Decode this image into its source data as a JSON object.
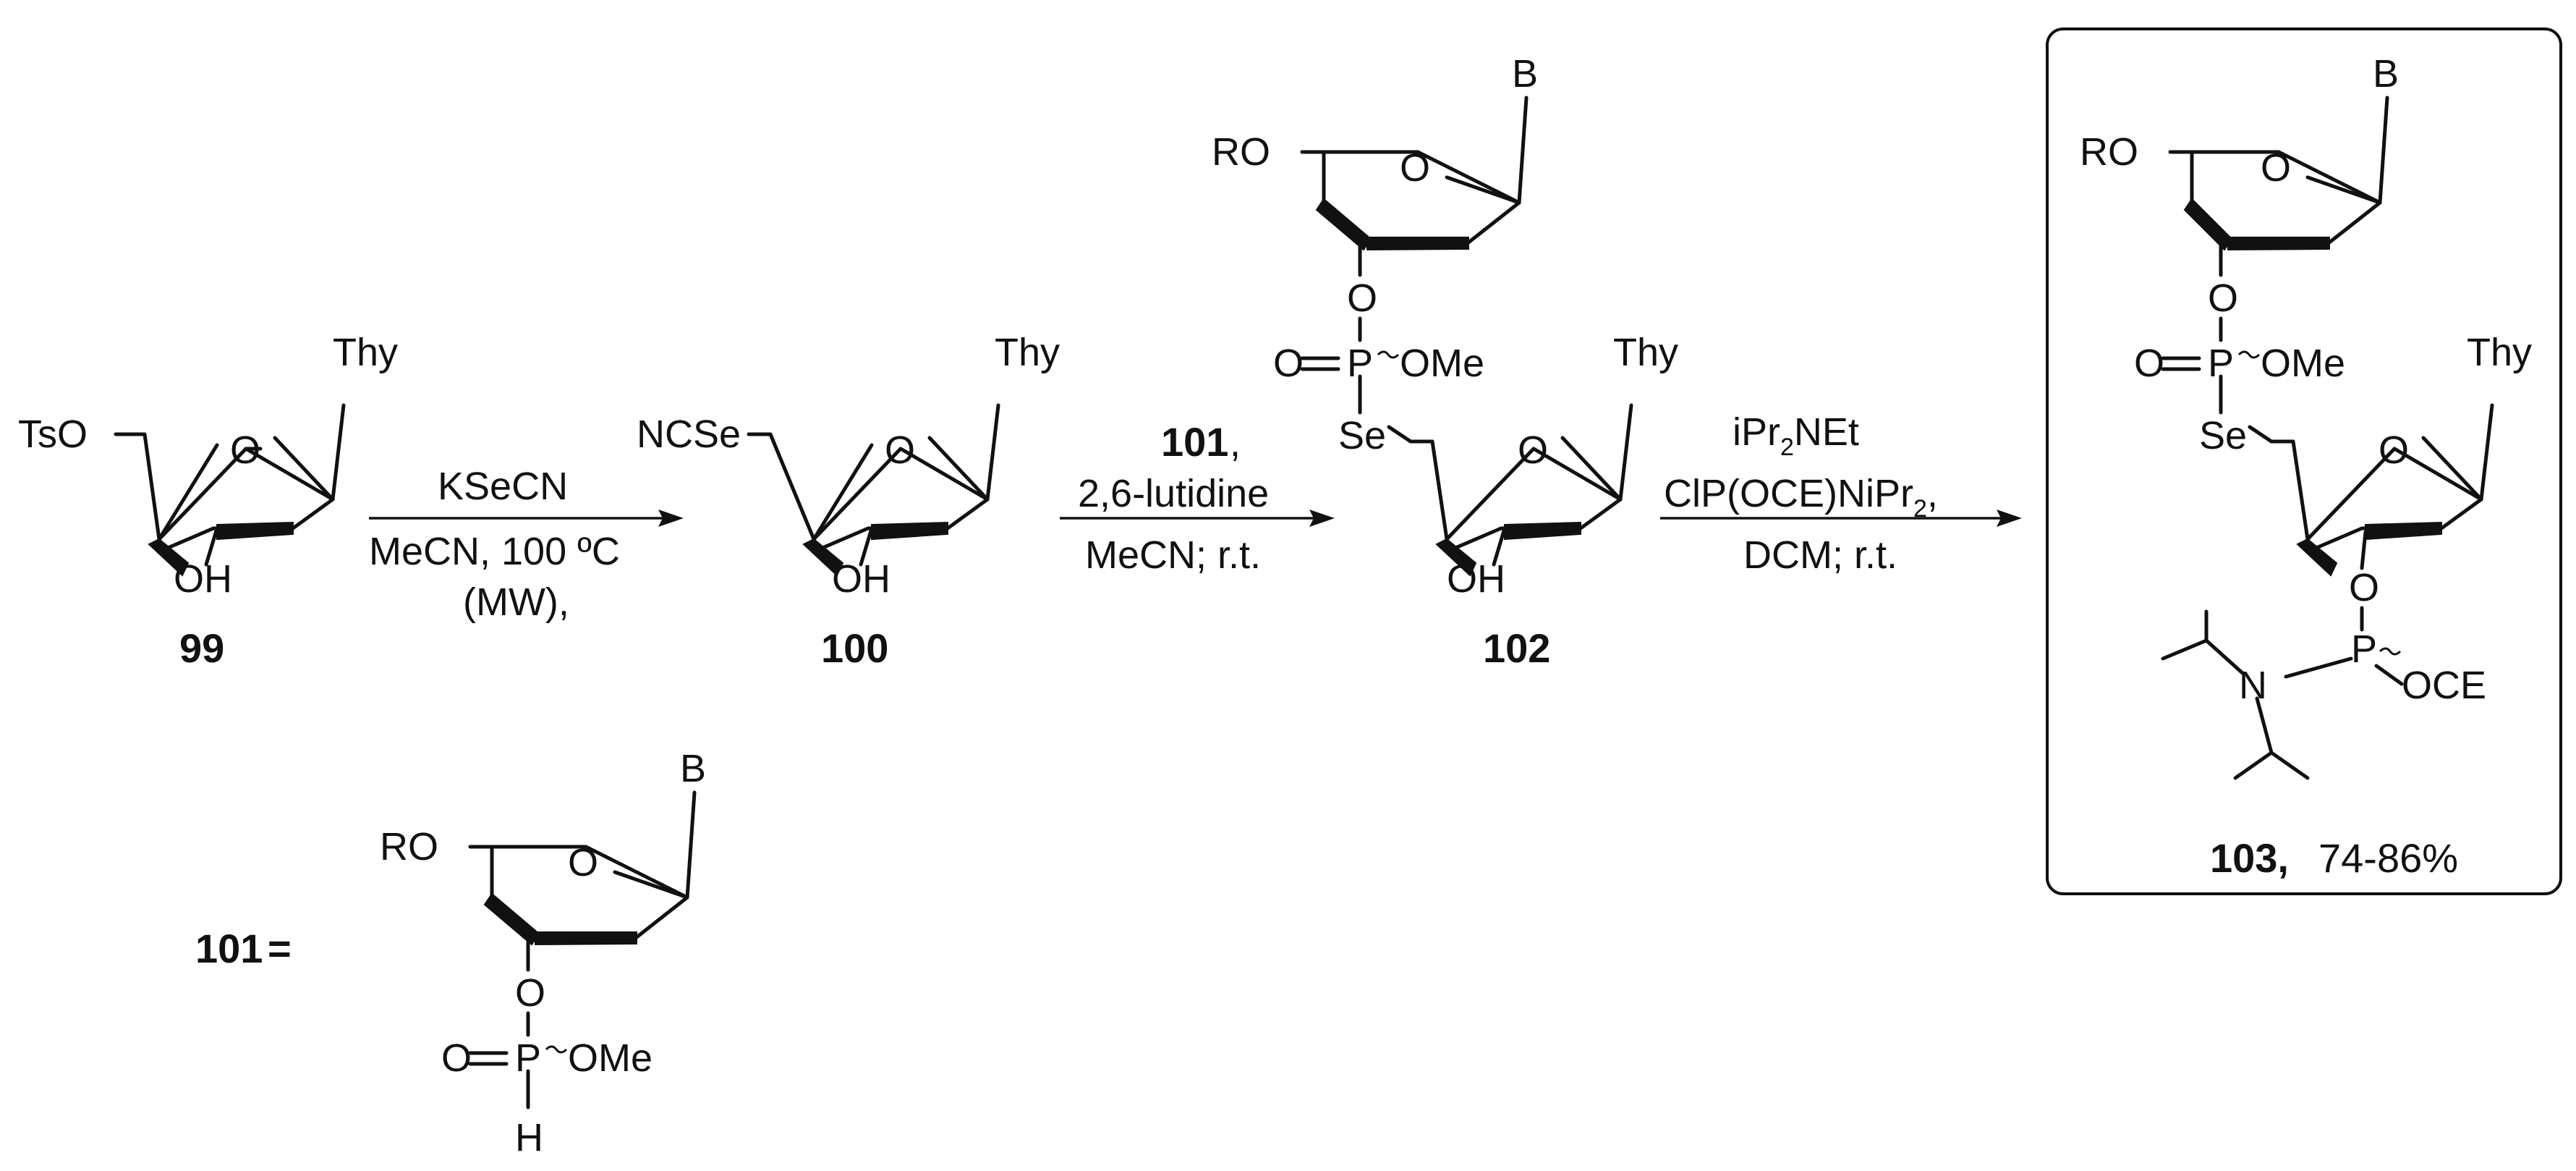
{
  "compounds": {
    "c99": {
      "id": "99",
      "sub": "TsO",
      "top": "Thy",
      "oh": "OH"
    },
    "c100": {
      "id": "100",
      "sub": "NCSe",
      "top": "Thy",
      "oh": "OH"
    },
    "c101": {
      "id": "101",
      "eq": "=",
      "ro": "RO",
      "top": "B",
      "o3": "O",
      "oeq": "O",
      "p": "P",
      "ome": "OMe",
      "h": "H"
    },
    "c102": {
      "id": "102",
      "ro": "RO",
      "top": "B",
      "o3": "O",
      "oeq": "O",
      "p": "P",
      "ome": "OMe",
      "se": "Se",
      "top2": "Thy",
      "oh": "OH"
    },
    "c103": {
      "id": "103,",
      "yield": "74-86%",
      "ro": "RO",
      "top": "B",
      "o3": "O",
      "oeq": "O",
      "p": "P",
      "ome": "OMe",
      "se": "Se",
      "top2": "Thy",
      "o3b": "O",
      "p2": "P",
      "n": "N",
      "oce": "OCE"
    }
  },
  "ring_o": "O",
  "step1": {
    "above": "KSeCN",
    "below1": "MeCN, 100 ºC",
    "below2": "(MW),"
  },
  "step2": {
    "reagent_id": "101",
    "reagent_sep": ",",
    "above": "2,6-lutidine",
    "below": "MeCN; r.t."
  },
  "step3": {
    "line1": "iPr",
    "line1_sub": "2",
    "line1_end": "NEt",
    "line2": "ClP(OCE)NiPr",
    "line2_sub": "2",
    "line2_end": ",",
    "below": "DCM; r.t."
  }
}
